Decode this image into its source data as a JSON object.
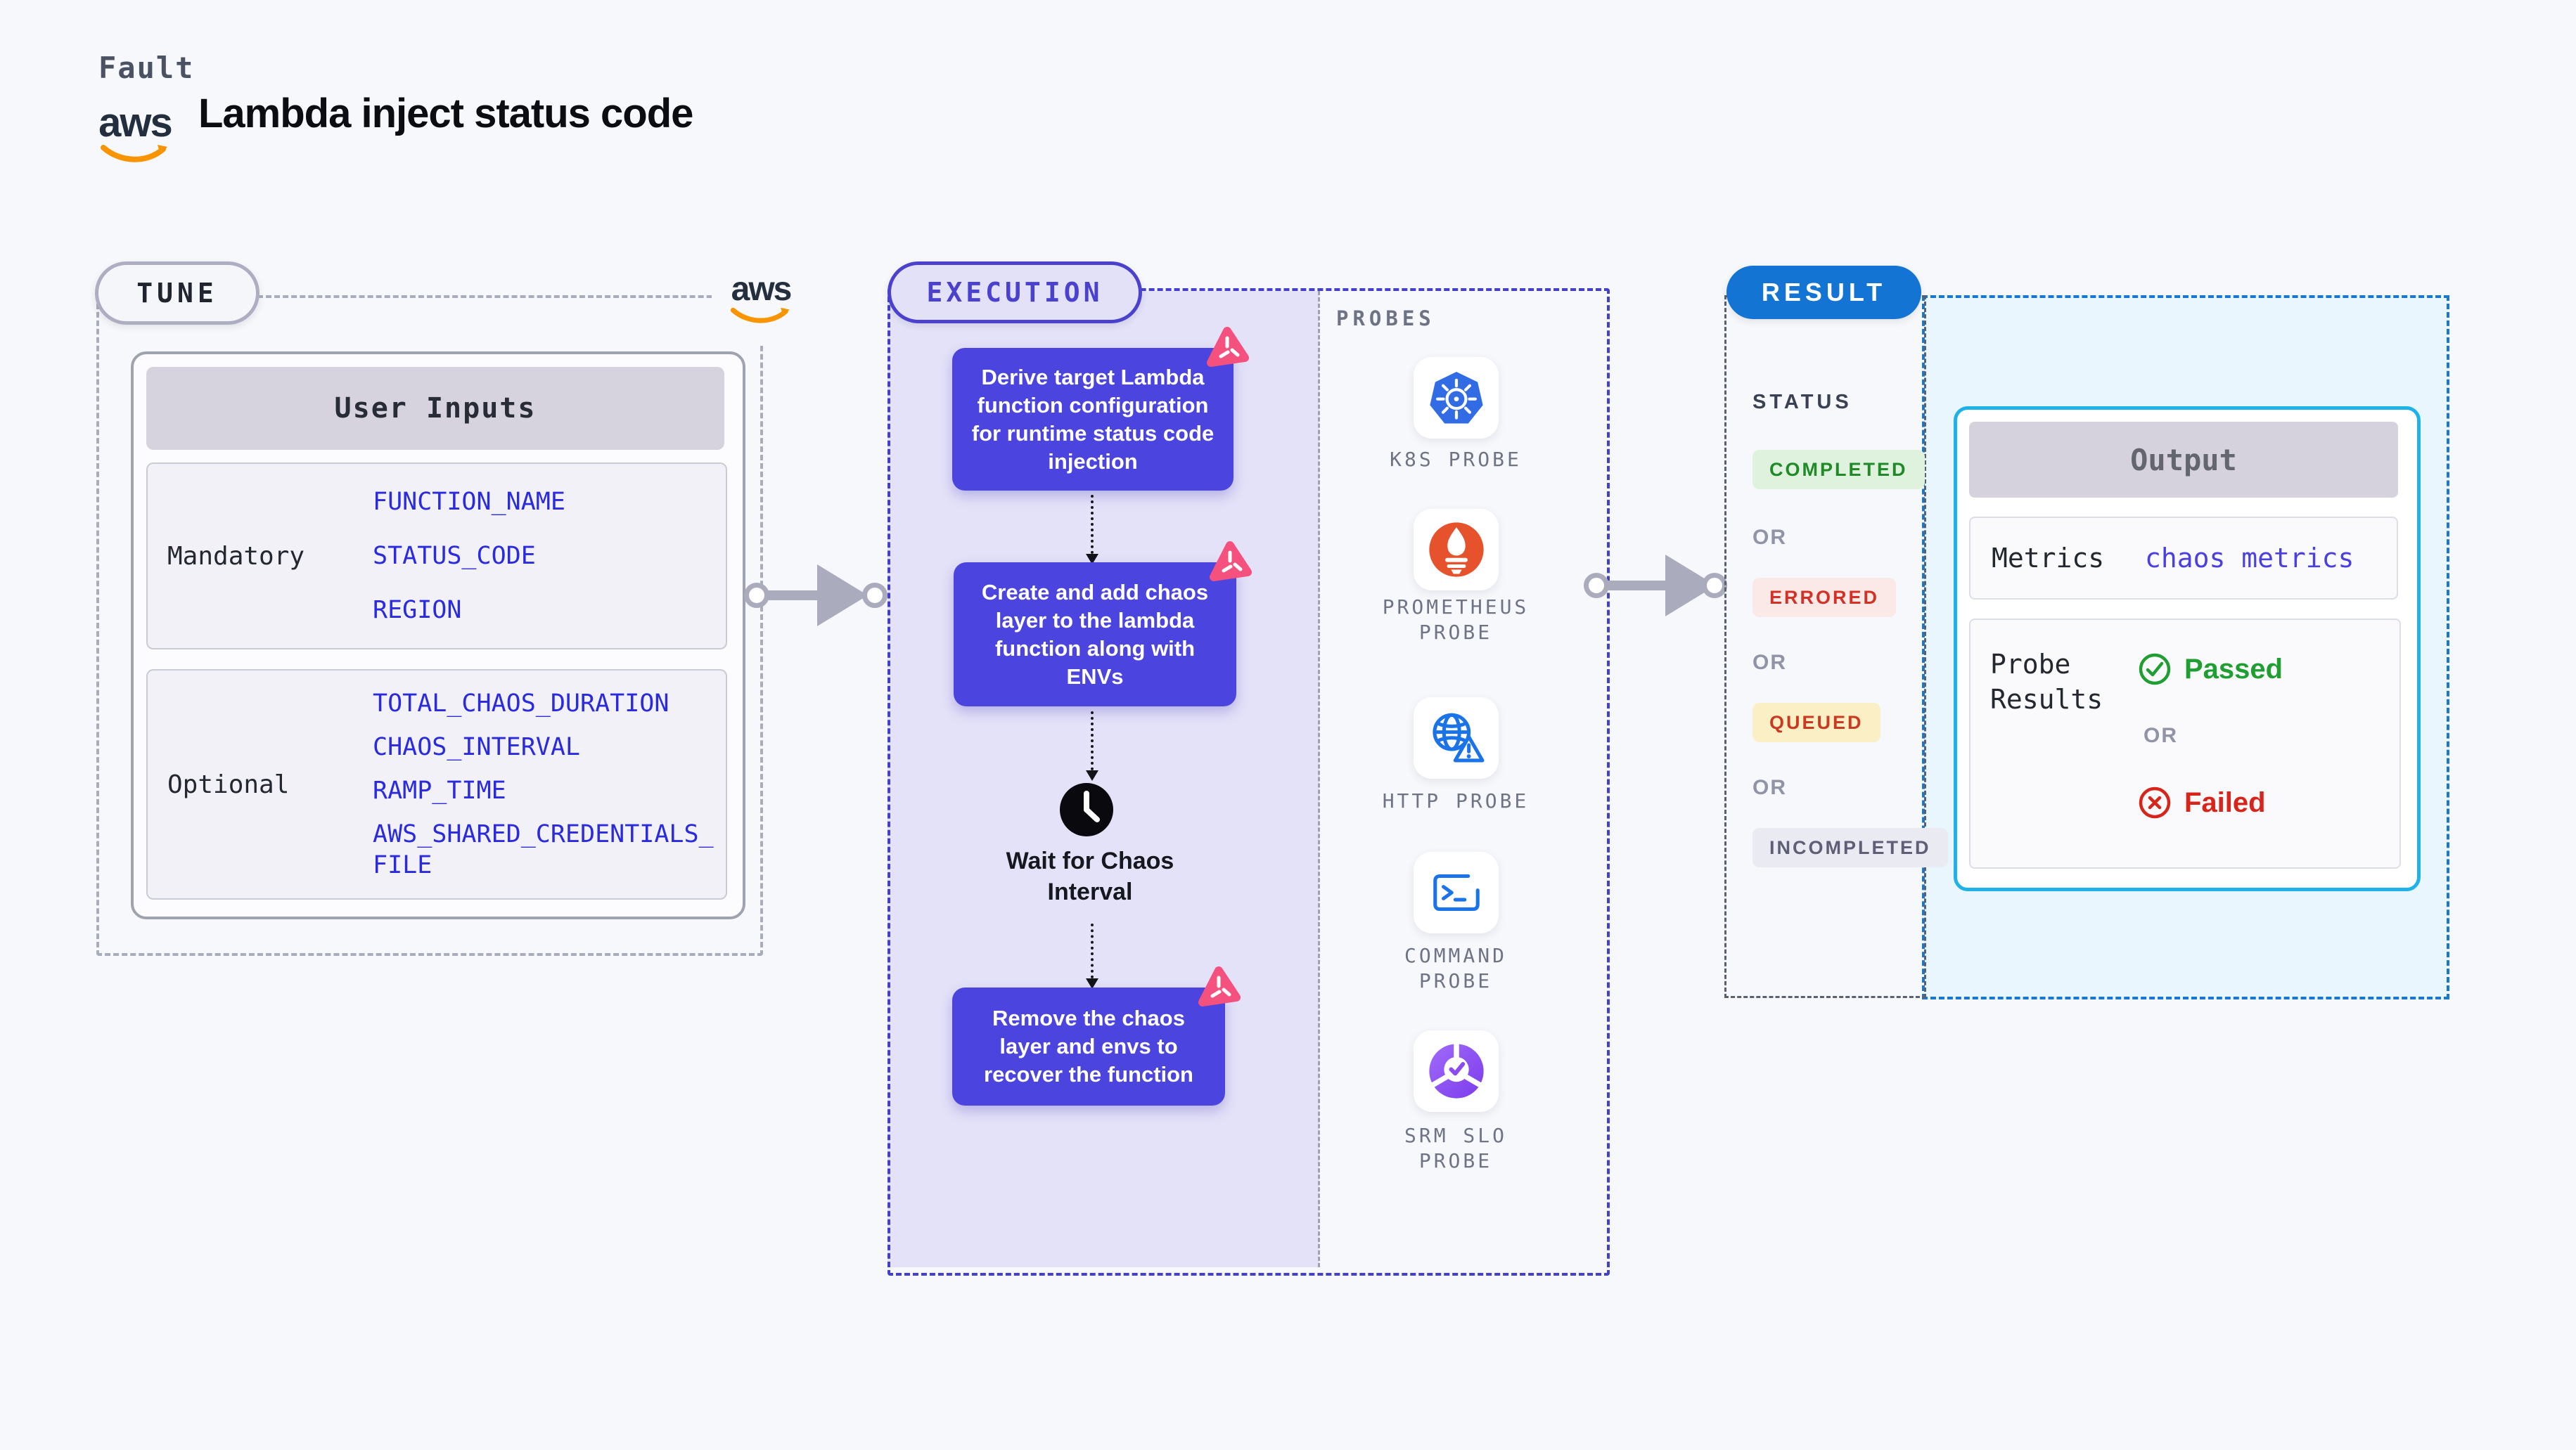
{
  "header": {
    "category": "Fault",
    "title": "Lambda inject status code",
    "aws_logo_text": "aws"
  },
  "tune": {
    "badge": "TUNE",
    "aws_logo_text": "aws",
    "user_inputs": {
      "title": "User Inputs",
      "mandatory": {
        "label": "Mandatory",
        "items": [
          "FUNCTION_NAME",
          "STATUS_CODE",
          "REGION"
        ]
      },
      "optional": {
        "label": "Optional",
        "items": [
          "TOTAL_CHAOS_DURATION",
          "CHAOS_INTERVAL",
          "RAMP_TIME",
          "AWS_SHARED_CREDENTIALS_FILE"
        ]
      }
    }
  },
  "execution": {
    "badge": "EXECUTION",
    "steps": [
      "Derive target Lambda\nfunction configuration\nfor runtime status code\ninjection",
      "Create and add chaos\nlayer to the lambda\nfunction along with\nENVs",
      "Remove the chaos\nlayer and envs to\nrecover the function"
    ],
    "wait_label": "Wait for Chaos\nInterval",
    "probes": {
      "heading": "PROBES",
      "items": [
        {
          "label": "K8S PROBE",
          "icon": "kubernetes-icon"
        },
        {
          "label": "PROMETHEUS\nPROBE",
          "icon": "prometheus-icon"
        },
        {
          "label": "HTTP PROBE",
          "icon": "http-globe-warning-icon"
        },
        {
          "label": "COMMAND\nPROBE",
          "icon": "terminal-icon"
        },
        {
          "label": "SRM SLO\nPROBE",
          "icon": "srm-slo-wheel-check-icon"
        }
      ]
    }
  },
  "result": {
    "badge": "RESULT",
    "status": {
      "heading": "STATUS",
      "or": "OR",
      "badges": [
        {
          "label": "COMPLETED",
          "bg": "#DFF2DE",
          "color": "#1F8A27"
        },
        {
          "label": "ERRORED",
          "bg": "#FBE9E7",
          "color": "#D33125"
        },
        {
          "label": "QUEUED",
          "bg": "#FBEFC6",
          "color": "#CB3A20"
        },
        {
          "label": "INCOMPLETED",
          "bg": "#EAEAF2",
          "color": "#5E5E76"
        }
      ]
    },
    "output": {
      "title": "Output",
      "metrics_label": "Metrics",
      "metrics_value": "chaos metrics",
      "probe_results_label": "Probe\nResults",
      "passed_label": "Passed",
      "or": "OR",
      "failed_label": "Failed"
    }
  },
  "colors": {
    "page_bg": "#F7F8FB",
    "exec_step_bg": "#4B44DE",
    "exec_lavender_bg": "#E4E2F8",
    "exec_dashed_border": "#4440CE",
    "tune_dashed_border": "#A9ACBA",
    "result_pill_bg": "#1474D4",
    "result_dashed_border": "#1877D2",
    "result_area_bg": "#E9F6FD",
    "output_card_border": "#1FB2E9",
    "passed_green": "#1F9E32",
    "failed_red": "#D8251C",
    "env_var_blue": "#2A2ADF",
    "aws_orange": "#F79400",
    "litmus_pink": "#F4517E",
    "arrow_gray": "#ABABBE"
  }
}
